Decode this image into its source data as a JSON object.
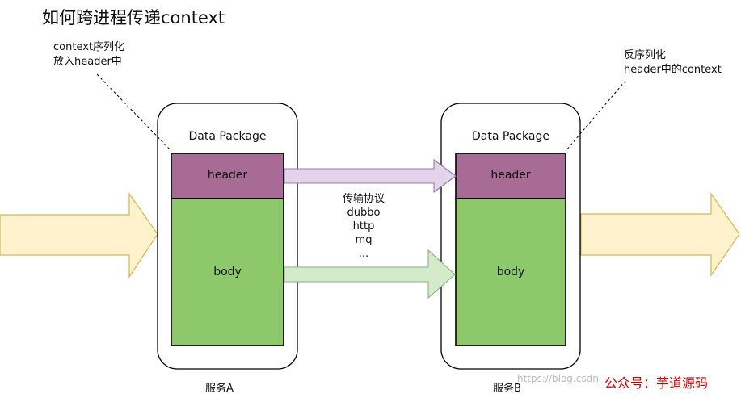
{
  "title": "如何跨进程传递context",
  "note_left": [
    "context序列化",
    "放入header中"
  ],
  "note_right": [
    "反序列化",
    "header中的context"
  ],
  "service_a": {
    "package_title": "Data Package",
    "header_label": "header",
    "body_label": "body",
    "name": "服务A"
  },
  "service_b": {
    "package_title": "Data Package",
    "header_label": "header",
    "body_label": "body",
    "name": "服务B"
  },
  "protocols": [
    "传输协议",
    "dubbo",
    "http",
    "mq",
    "..."
  ],
  "watermark_url": "https://blog.csdn",
  "watermark_brand": "公众号：芋道源码",
  "colors": {
    "header_fill": "#a86b95",
    "body_fill": "#8dc86b",
    "header_arrow": "#e3d4ec",
    "header_arrow_stroke": "#9a7aa8",
    "body_arrow": "#d4ebcb",
    "body_arrow_stroke": "#8ab57a",
    "flow_arrow": "#fff2cc",
    "flow_arrow_stroke": "#d9b650",
    "outline": "#000000"
  }
}
